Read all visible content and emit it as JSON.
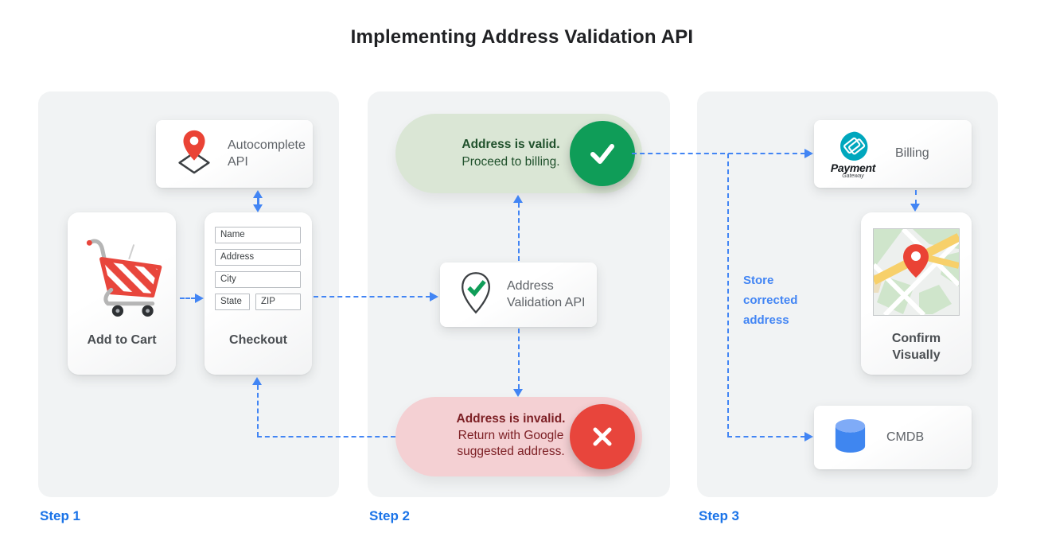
{
  "title": "Implementing Address Validation API",
  "step1": {
    "label": "Step 1",
    "autocomplete_api": "Autocomplete API",
    "add_to_cart": "Add to Cart",
    "checkout": "Checkout",
    "fields": [
      "Name",
      "Address",
      "City",
      "State",
      "ZIP"
    ]
  },
  "step2": {
    "label": "Step 2",
    "valid_pill": {
      "title": "Address is valid.",
      "subtitle": "Proceed to billing."
    },
    "validation_api": "Address Validation API",
    "invalid_pill": {
      "title": "Address is invalid.",
      "subtitle": "Return with Google suggested address."
    }
  },
  "step3": {
    "label": "Step 3",
    "billing": "Billing",
    "payment_logo": {
      "title": "Payment",
      "subtitle": "Gateway"
    },
    "confirm_visually": "Confirm Visually",
    "cmdb": "CMDB",
    "note": "Store corrected address"
  },
  "icons": {
    "autocomplete": "map-pin-diamond-icon",
    "cart": "shopping-cart-icon",
    "validation": "map-pin-check-icon",
    "valid": "check-circle-icon",
    "invalid": "x-circle-icon",
    "billing": "payment-gateway-icon",
    "confirm": "map-thumbnail-icon",
    "cmdb": "database-icon"
  },
  "colors": {
    "arrow_blue": "#4285f4",
    "step_blue": "#1a73e8",
    "green": "#0f9d58",
    "light_green": "#dae6d5",
    "dark_green": "#20512c",
    "red": "#e8453c",
    "light_red": "#f4d0d3",
    "dark_red": "#7d2025",
    "panel_gray": "#f1f3f4",
    "teal": "#00a7bd",
    "map_pin_red": "#ea4335"
  }
}
